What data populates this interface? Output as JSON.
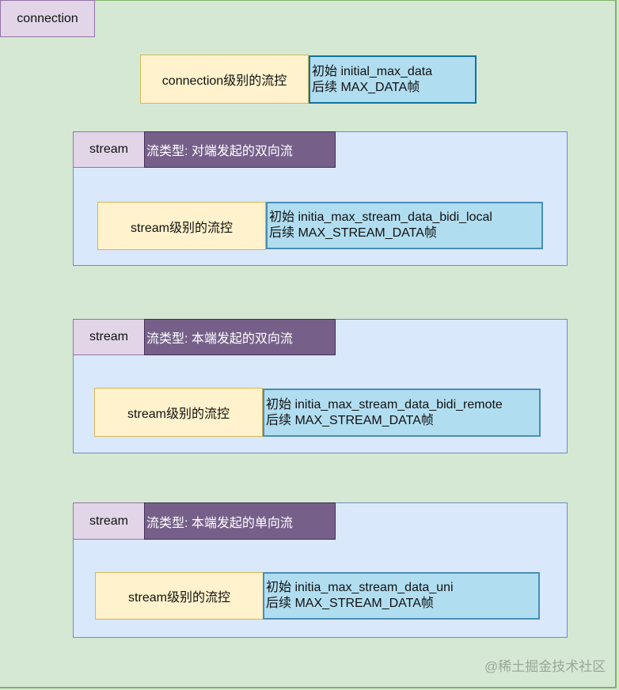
{
  "container": {
    "label": "connection"
  },
  "connection_flow": {
    "label": "connection级别的流控",
    "initial": "初始 initial_max_data",
    "subsequent": "后续 MAX_DATA帧"
  },
  "streams": [
    {
      "label": "stream",
      "type": "流类型: 对端发起的双向流",
      "flow_label": "stream级别的流控",
      "initial": "初始 initia_max_stream_data_bidi_local",
      "subsequent": "后续 MAX_STREAM_DATA帧"
    },
    {
      "label": "stream",
      "type": "流类型: 本端发起的双向流",
      "flow_label": "stream级别的流控",
      "initial": "初始 initia_max_stream_data_bidi_remote",
      "subsequent": "后续 MAX_STREAM_DATA帧"
    },
    {
      "label": "stream",
      "type": "流类型: 本端发起的单向流",
      "flow_label": "stream级别的流控",
      "initial": "初始 initia_max_stream_data_uni",
      "subsequent": "后续 MAX_STREAM_DATA帧"
    }
  ],
  "watermark": "@稀土掘金技术社区",
  "colors": {
    "container_fill": "#d5e8d4",
    "container_stroke": "#82b366",
    "label_fill": "#e1d5e7",
    "type_fill": "#76608a",
    "yellow_fill": "#fff2cc",
    "blue_fill": "#b1ddf0",
    "stream_panel_fill": "#dae8fc"
  }
}
